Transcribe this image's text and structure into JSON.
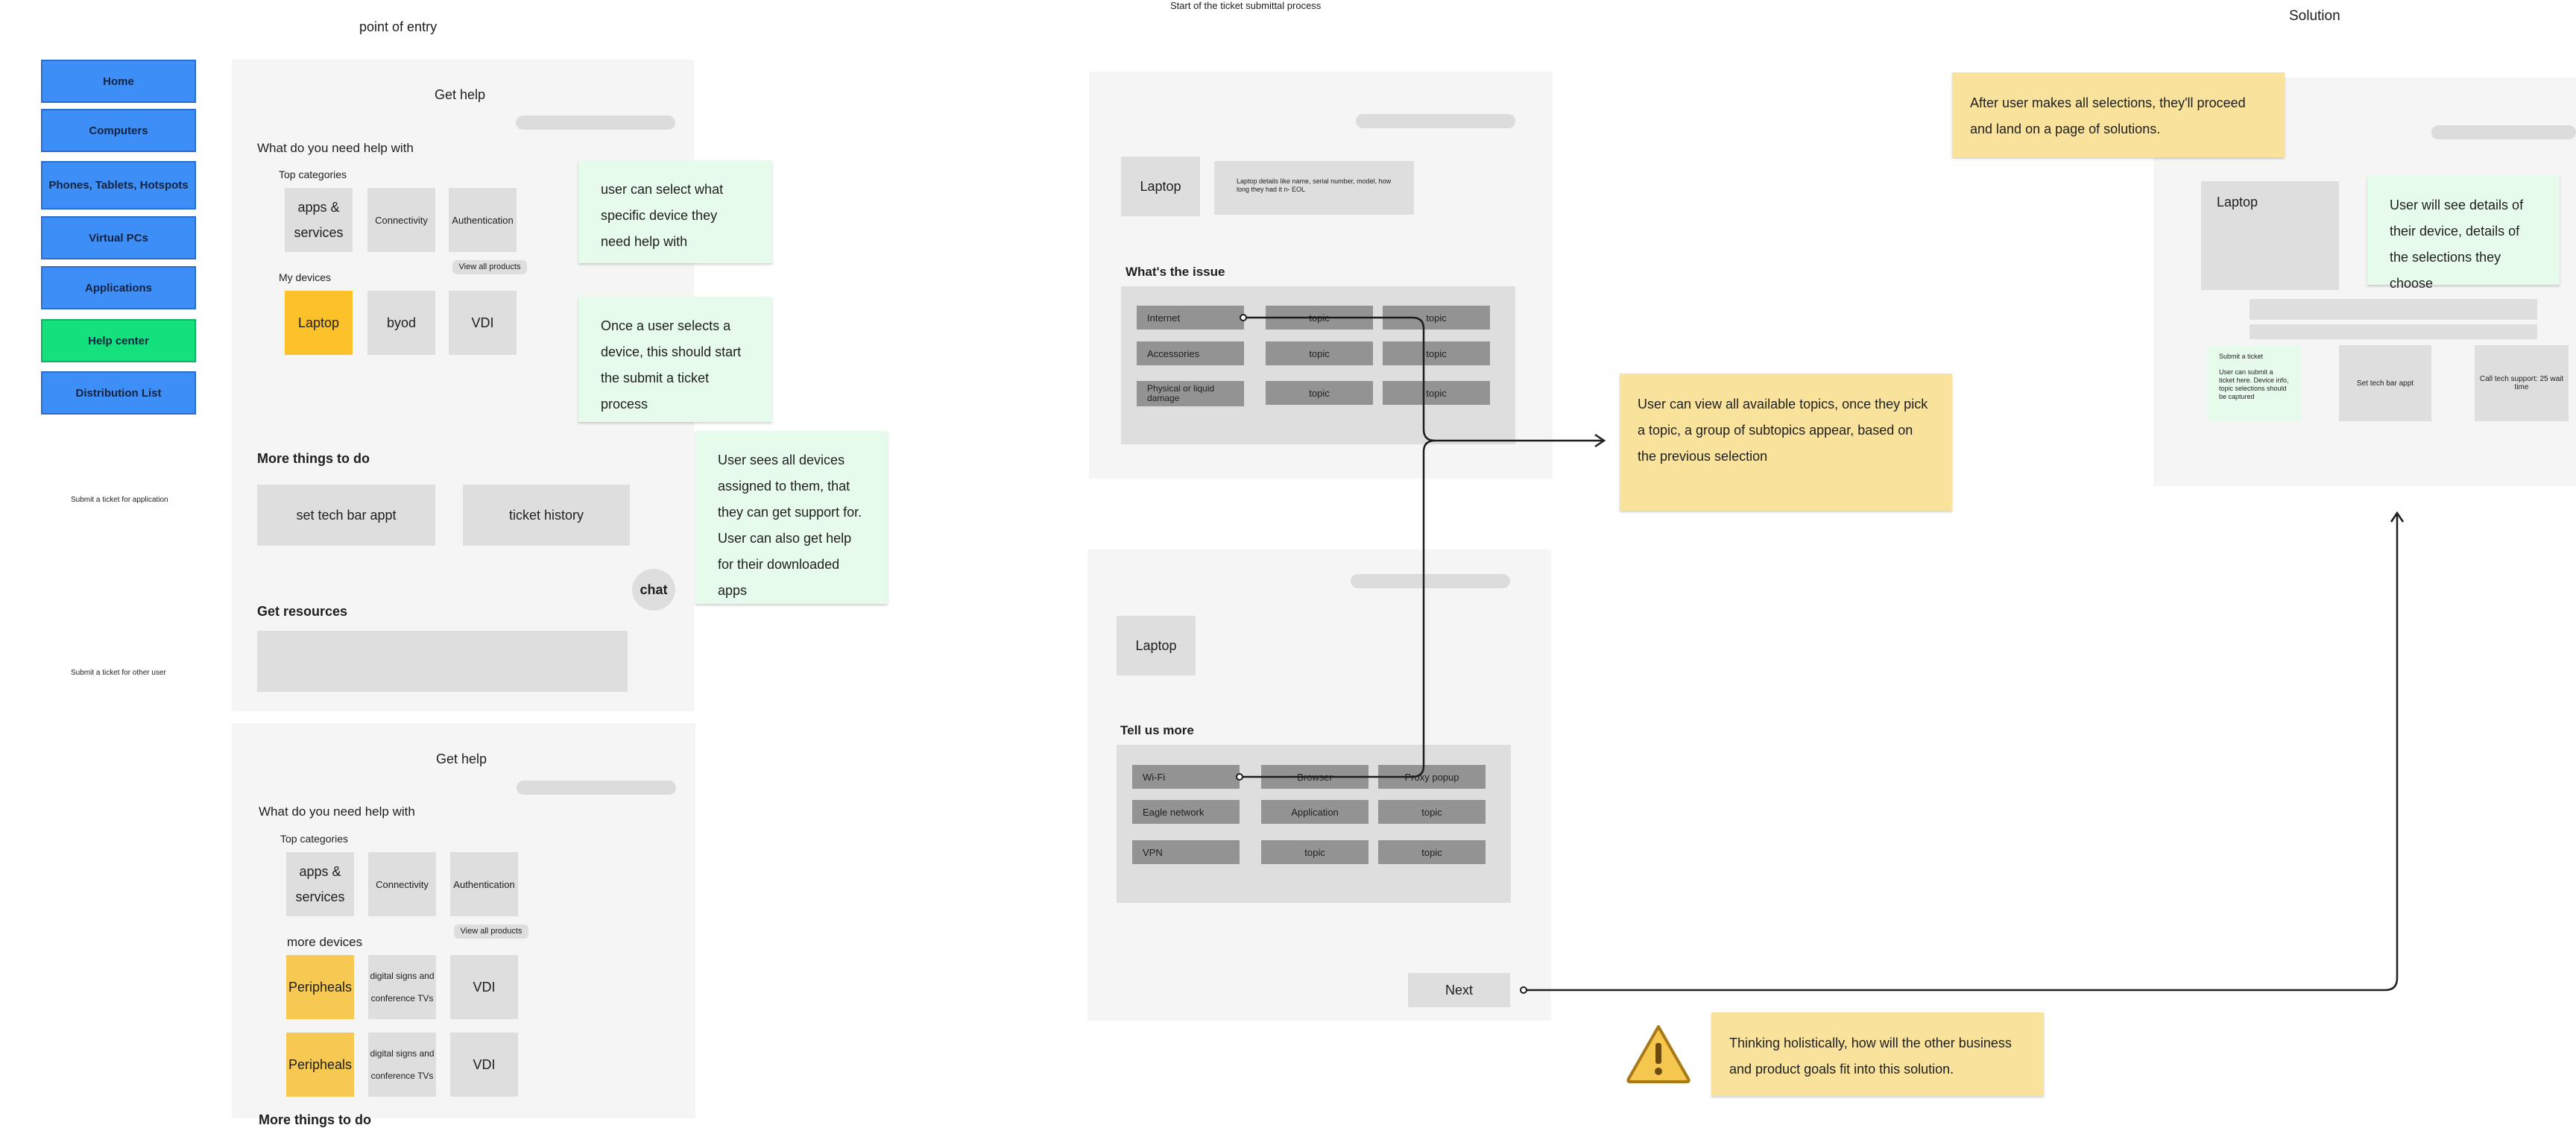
{
  "headings": {
    "point_of_entry": "point of entry",
    "start_process": "Start of the ticket submittal process",
    "solution": "Solution"
  },
  "nav": {
    "items": [
      "Home",
      "Computers",
      "Phones, Tablets, Hotspots",
      "Virtual PCs",
      "Applications",
      "Help center",
      "Distribution List"
    ]
  },
  "side_notes": {
    "submit_app": "Submit a ticket for application",
    "submit_other": "Submit a ticket for other user"
  },
  "frame1": {
    "title": "Get help",
    "question": "What do you need help with",
    "top_categories": "Top categories",
    "categories": [
      "apps & services",
      "Connectivity",
      "Authentication"
    ],
    "view_all": "View all products",
    "my_devices": "My devices",
    "devices": [
      "Laptop",
      "byod",
      "VDI"
    ],
    "more_things": "More things to do",
    "tech_bar": "set tech bar appt",
    "ticket_history": "ticket history",
    "chat": "chat",
    "get_resources": "Get resources"
  },
  "frame2": {
    "title": "Get help",
    "question": "What do you need help with",
    "top_categories": "Top categories",
    "categories": [
      "apps & services",
      "Connectivity",
      "Authentication"
    ],
    "view_all": "View all products",
    "more_devices": "more devices",
    "row1": [
      "Peripheals",
      "digital signs and conference TVs",
      "VDI"
    ],
    "row2": [
      "Peripheals",
      "digital signs and conference TVs",
      "VDI"
    ],
    "cut_off": "More things to do"
  },
  "issue_frame": {
    "device": "Laptop",
    "device_details": "Laptop details like name, serial number, model, how long they had it n- EOL",
    "heading": "What's the issue",
    "rows": [
      [
        "Internet",
        "topic",
        "topic"
      ],
      [
        "Accessories",
        "topic",
        "topic"
      ],
      [
        "Physical or liquid damage",
        "topic",
        "topic"
      ]
    ]
  },
  "tell_frame": {
    "device": "Laptop",
    "heading": "Tell us more",
    "rows": [
      [
        "Wi-Fi",
        "Browser",
        "Proxy popup"
      ],
      [
        "Eagle network",
        "Application",
        "topic"
      ],
      [
        "VPN",
        "topic",
        "topic"
      ]
    ],
    "next": "Next"
  },
  "solution_frame": {
    "device": "Laptop",
    "submit_title": "Submit a ticket",
    "submit_body": "User can submit a ticket here. Device info, topic selections should be captured",
    "tech_bar": "Set tech bar appt",
    "call": "Call tech support: 25 wait time"
  },
  "stickies": {
    "select_device": "user can select what specific device they need help with",
    "selects_device": "Once a user selects a device, this should start the submit a ticket process",
    "sees_devices": "User sees all devices assigned to them, that they can get support for. User can also get help for their downloaded apps",
    "view_topics": "User can view all available topics, once they pick a topic, a group of subtopics appear, based on the previous selection",
    "after_user": "After user makes all selections, they'll proceed and land on a page of solutions.",
    "see_details": "User will see details of their device, details of the selections they choose",
    "holistic": "Thinking holistically, how will the other business and product goals fit into this solution."
  },
  "icons": {
    "warning": "warning-icon"
  },
  "colors": {
    "nav_blue": "#3e8ef7",
    "nav_green": "#14e07e",
    "sticky_green": "#e6fbec",
    "sticky_yellow": "#f9e39c",
    "device_selected": "#fdc22a"
  }
}
